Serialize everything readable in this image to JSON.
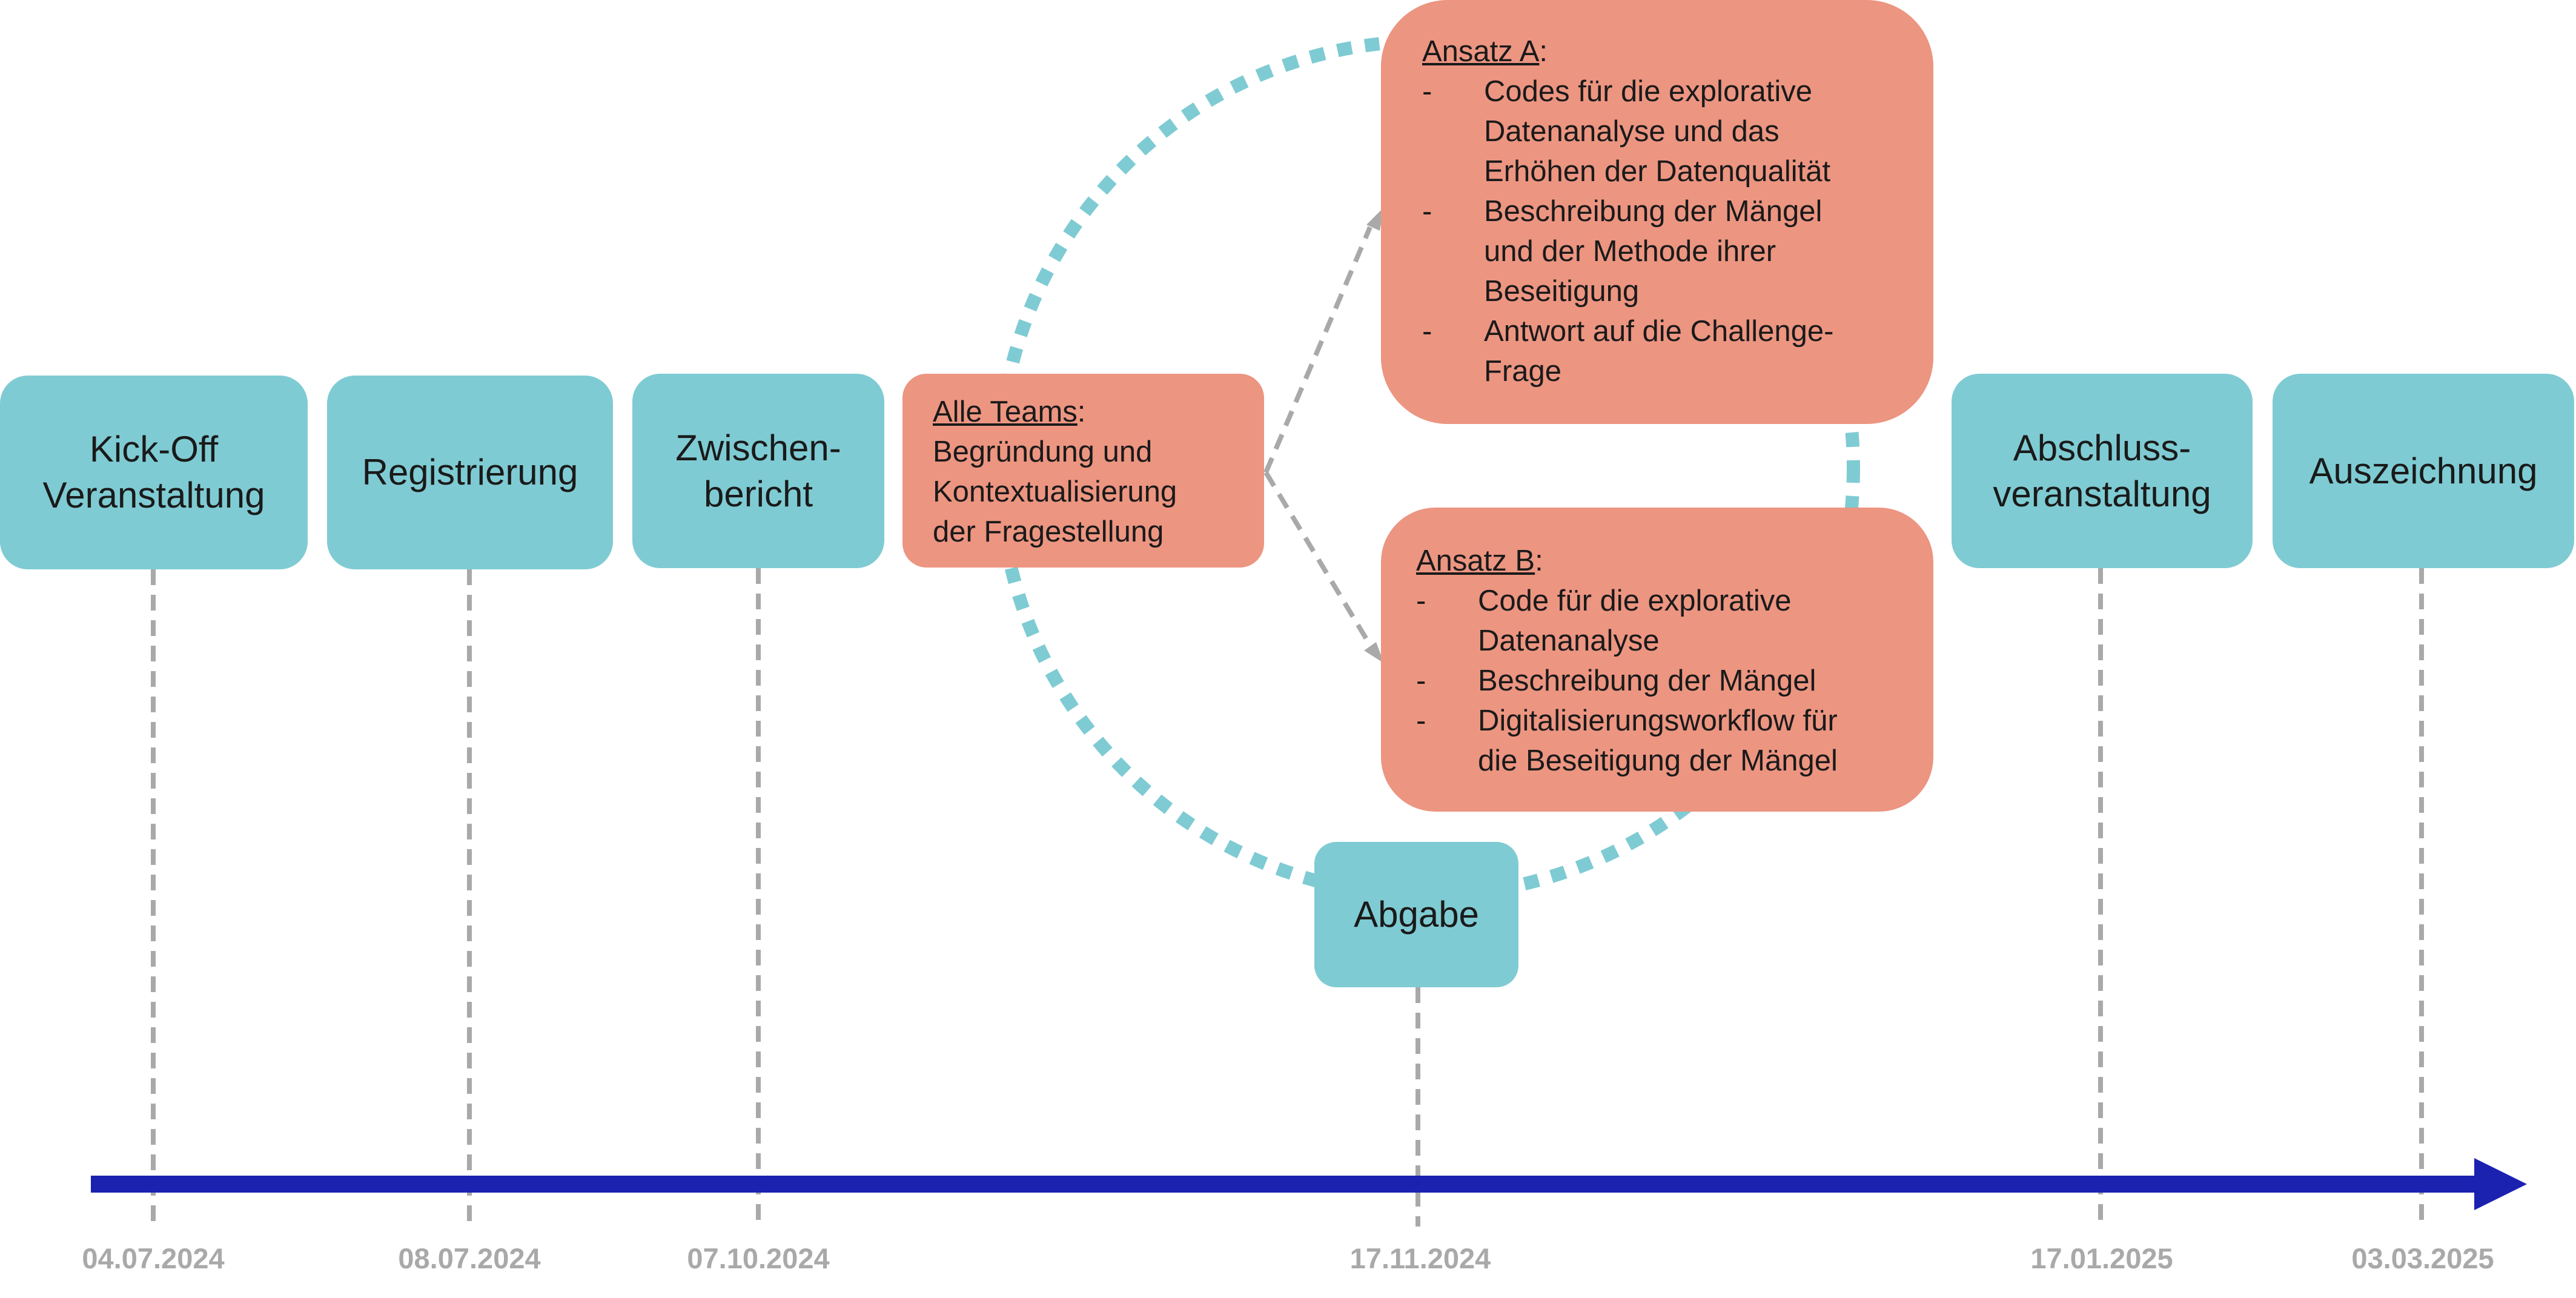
{
  "colors": {
    "stage_box": "#7fcbd3",
    "content_box": "#ec9581",
    "timeline_arrow": "#1b22b0",
    "connector": "#a9a9a9",
    "cycle_circle": "#7fcbd3"
  },
  "stages": [
    {
      "id": "kickoff",
      "lines": [
        "Kick-Off",
        "Veranstaltung"
      ],
      "date": "04.07.2024"
    },
    {
      "id": "registrierung",
      "lines": [
        "Registrierung"
      ],
      "date": "08.07.2024"
    },
    {
      "id": "zwischenbericht",
      "lines": [
        "Zwischen-",
        "bericht"
      ],
      "date": "07.10.2024"
    },
    {
      "id": "abgabe",
      "lines": [
        "Abgabe"
      ],
      "date": "17.11.2024"
    },
    {
      "id": "abschluss",
      "lines": [
        "Abschluss-",
        "veranstaltung"
      ],
      "date": "17.01.2025"
    },
    {
      "id": "auszeichnung",
      "lines": [
        "Auszeichnung"
      ],
      "date": "03.03.2025"
    }
  ],
  "alle_teams": {
    "heading": "Alle Teams",
    "lines": [
      "Begründung und",
      "Kontextualisierung",
      "der Fragestellung"
    ]
  },
  "ansatz_a": {
    "heading": "Ansatz A",
    "items": [
      [
        "Codes für die explorative",
        "Datenanalyse und das",
        "Erhöhen der Datenqualität"
      ],
      [
        "Beschreibung der Mängel",
        "und der Methode ihrer",
        "Beseitigung"
      ],
      [
        "Antwort auf die Challenge-",
        "Frage"
      ]
    ]
  },
  "ansatz_b": {
    "heading": "Ansatz B",
    "items": [
      [
        "Code für die explorative",
        "Datenanalyse"
      ],
      [
        "Beschreibung der Mängel"
      ],
      [
        "Digitalisierungsworkflow für",
        "die Beseitigung der Mängel"
      ]
    ]
  }
}
